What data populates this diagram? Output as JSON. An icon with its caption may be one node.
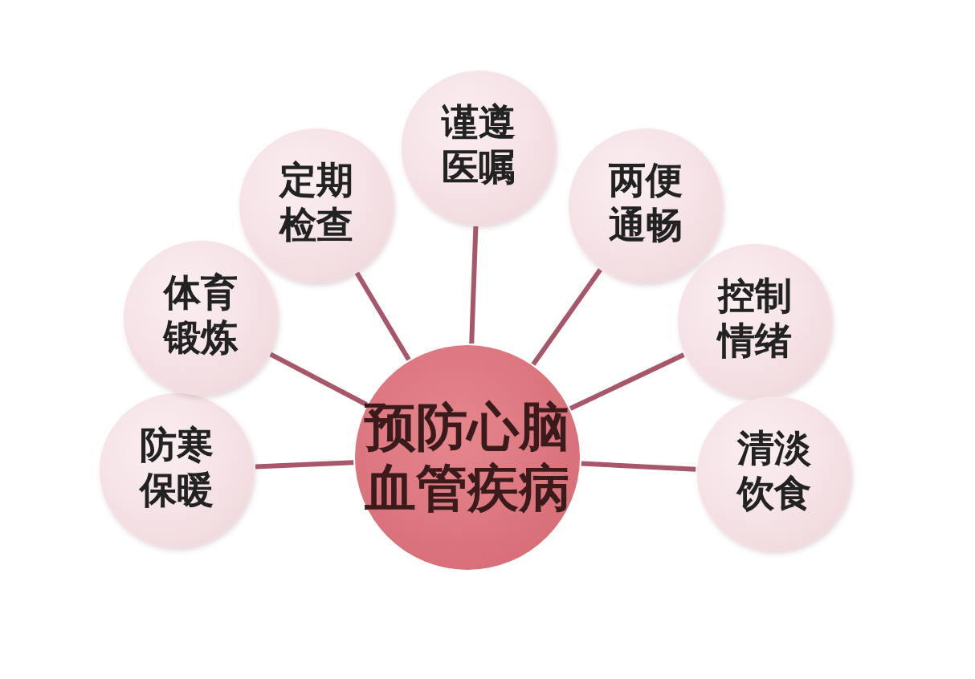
{
  "diagram": {
    "nodes": [
      {
        "text": [
          "预防心脑血管疾病"
        ]
      },
      {
        "text": [
          "防寒保暖"
        ]
      },
      {
        "text": [
          "体育锻炼"
        ]
      },
      {
        "text": [
          "定期检查"
        ]
      },
      {
        "text": [
          "谨遵医嘱"
        ]
      },
      {
        "text": [
          "两便通畅"
        ]
      },
      {
        "text": [
          "控制情绪"
        ]
      },
      {
        "text": [
          "清淡饮食"
        ]
      }
    ],
    "edges": [
      {
        "from": 0,
        "to": 1,
        "arrow": "none"
      },
      {
        "from": 0,
        "to": 2,
        "arrow": "none"
      },
      {
        "from": 0,
        "to": 3,
        "arrow": "none"
      },
      {
        "from": 0,
        "to": 4,
        "arrow": "none"
      },
      {
        "from": 0,
        "to": 5,
        "arrow": "none"
      },
      {
        "from": 0,
        "to": 6,
        "arrow": "none"
      },
      {
        "from": 0,
        "to": 7,
        "arrow": "none"
      }
    ]
  }
}
